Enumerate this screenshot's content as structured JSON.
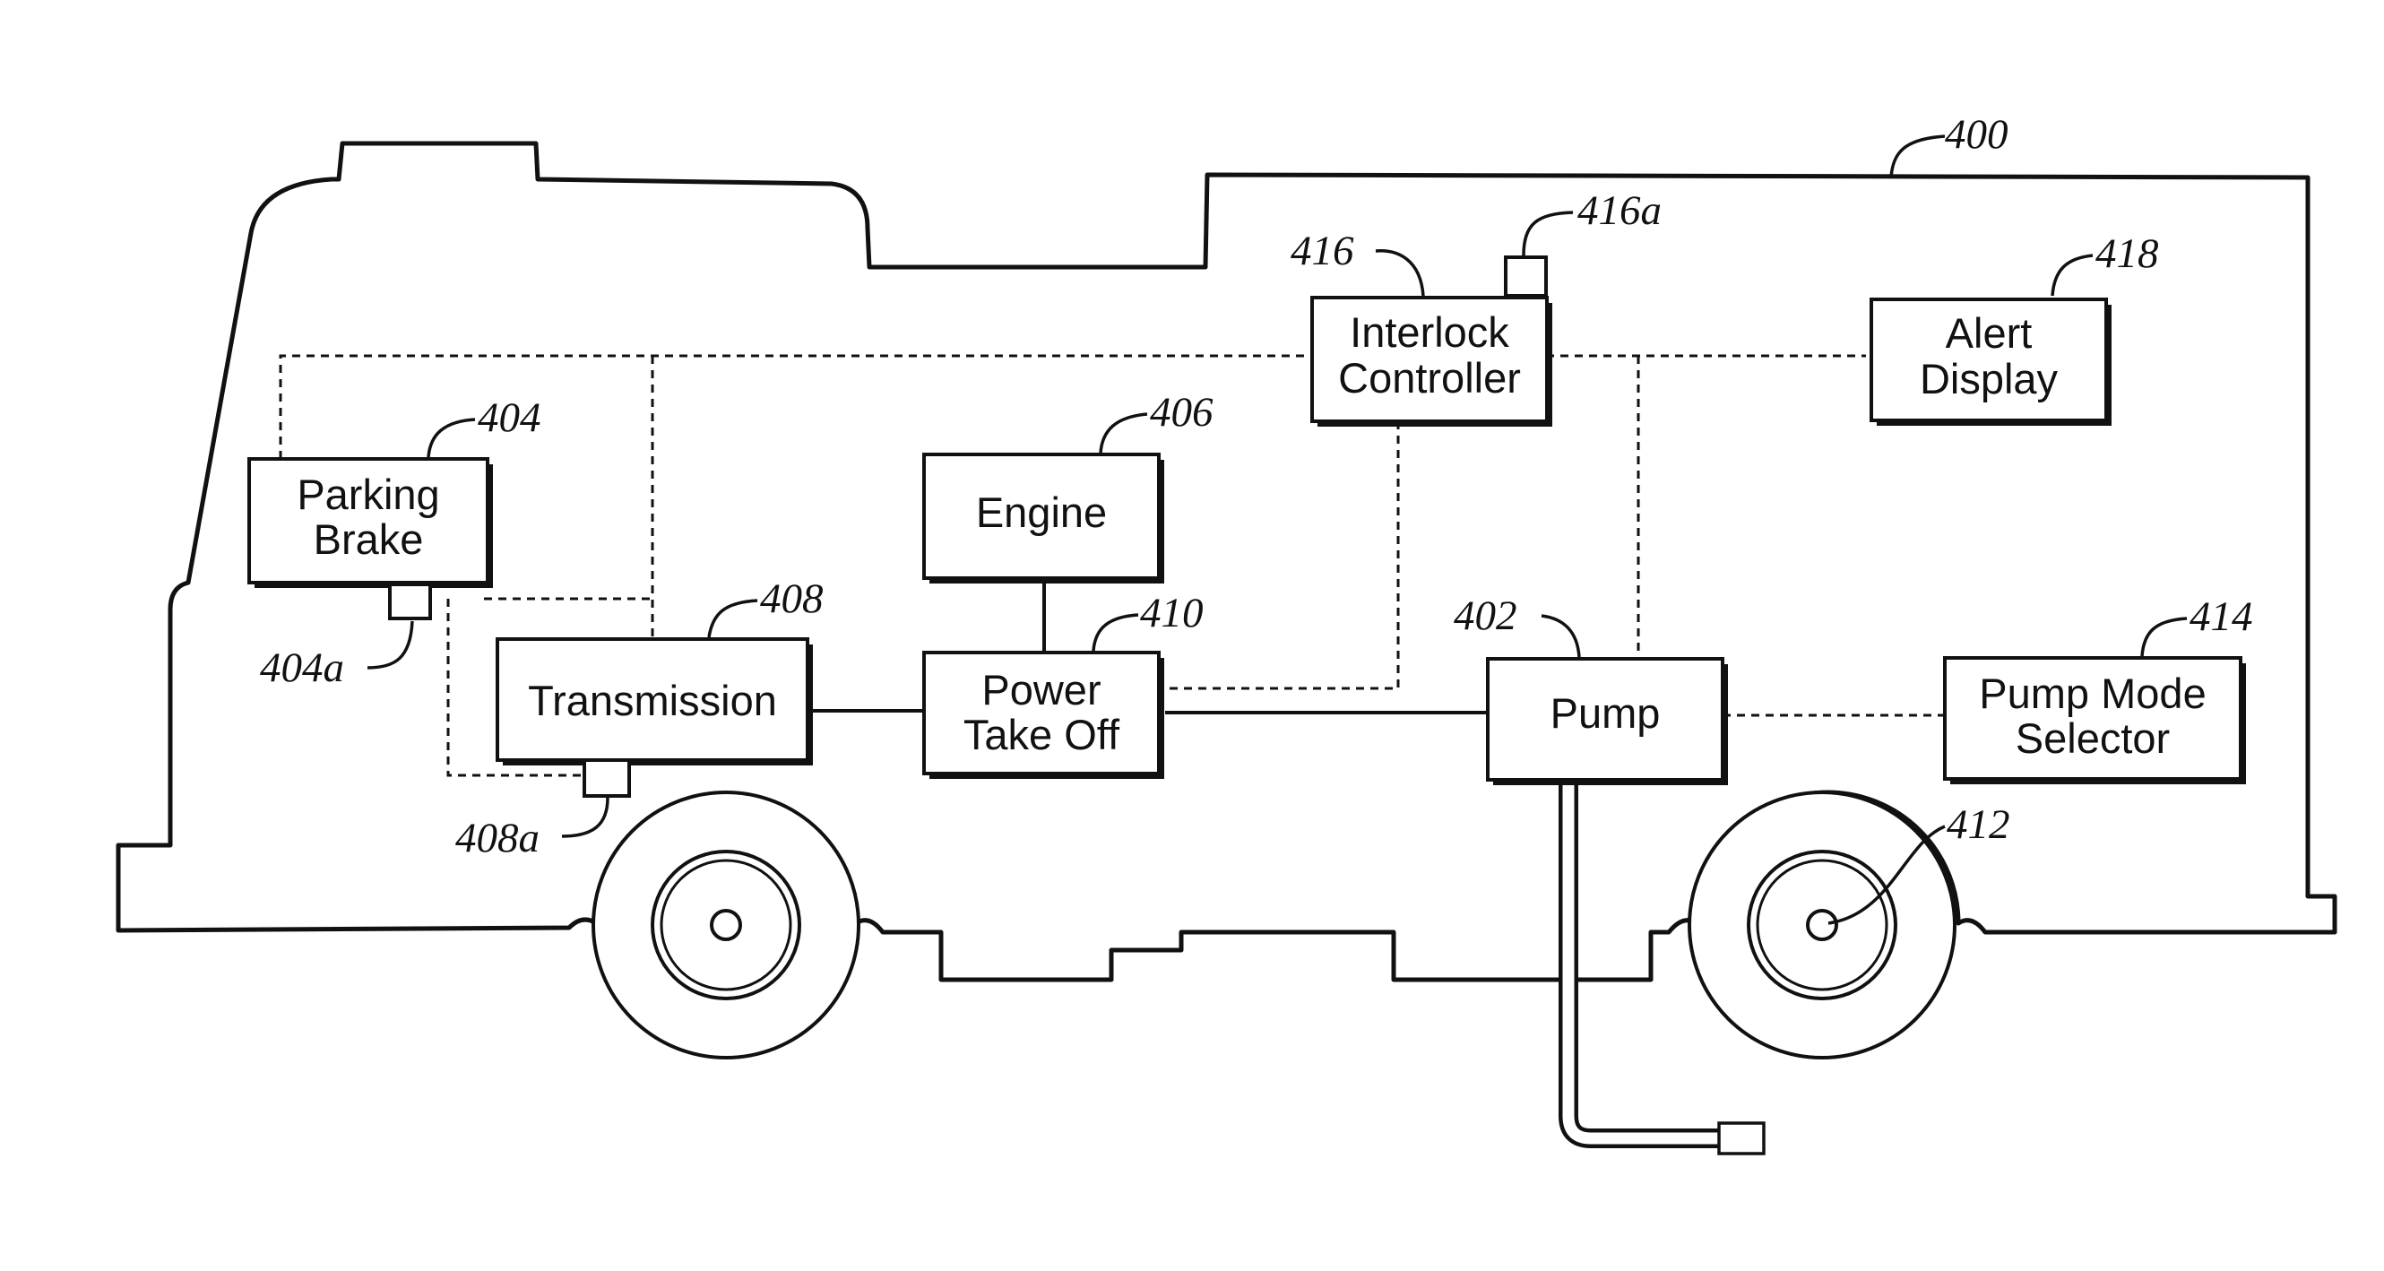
{
  "labels": {
    "interlock_controller": [
      "Interlock",
      "Controller"
    ],
    "alert_display": [
      "Alert",
      "Display"
    ],
    "parking_brake": [
      "Parking",
      "Brake"
    ],
    "engine": [
      "Engine"
    ],
    "transmission": [
      "Transmission"
    ],
    "power_take_off": [
      "Power",
      "Take Off"
    ],
    "pump": [
      "Pump"
    ],
    "pump_mode_selector": [
      "Pump Mode",
      "Selector"
    ]
  },
  "refs": {
    "vehicle": "400",
    "pump": "402",
    "parking_brake": "404",
    "parking_brake_sensor": "404a",
    "engine": "406",
    "transmission": "408",
    "transmission_sensor": "408a",
    "power_take_off": "410",
    "wheel_sensor": "412",
    "pump_mode_selector": "414",
    "interlock_controller": "416",
    "interlock_sensor": "416a",
    "alert_display": "418"
  }
}
